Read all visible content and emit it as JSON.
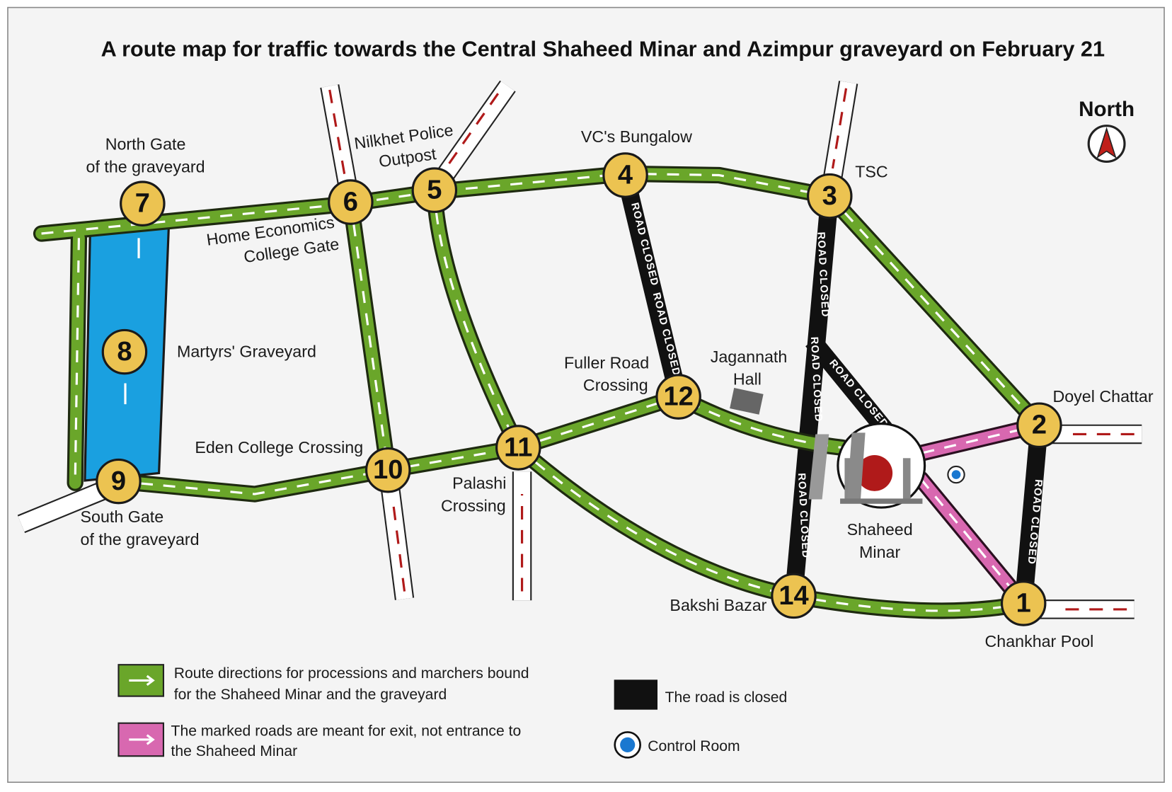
{
  "title": "A route map for traffic towards the Central Shaheed Minar and Azimpur graveyard on February 21",
  "north_label": "North",
  "nodes": [
    "1",
    "2",
    "3",
    "4",
    "5",
    "6",
    "7",
    "8",
    "9",
    "10",
    "11",
    "12",
    "14"
  ],
  "places": {
    "north_gate_1": "North Gate",
    "north_gate_2": "of the graveyard",
    "nilkhet_1": "Nilkhet Police",
    "nilkhet_2": "Outpost",
    "vc_bungalow": "VC's Bungalow",
    "tsc": "TSC",
    "home_econ_1": "Home Economics",
    "home_econ_2": "College Gate",
    "martyrs_graveyard": "Martyrs' Graveyard",
    "fuller_1": "Fuller Road",
    "fuller_2": "Crossing",
    "jagannath_1": "Jagannath",
    "jagannath_2": "Hall",
    "doyel_chattar": "Doyel Chattar",
    "eden_college": "Eden College Crossing",
    "palashi_1": "Palashi",
    "palashi_2": "Crossing",
    "south_gate_1": "South Gate",
    "south_gate_2": "of the graveyard",
    "shaheed_minar_1": "Shaheed",
    "shaheed_minar_2": "Minar",
    "bakshi_bazar": "Bakshi Bazar",
    "chankhar_pool": "Chankhar Pool"
  },
  "road_closed_label": "ROAD CLOSED",
  "legend": {
    "green_1": "Route directions for processions and marchers bound",
    "green_2": "for the Shaheed Minar and the graveyard",
    "pink_1": "The marked roads are meant for exit, not entrance to",
    "pink_2": "the Shaheed Minar",
    "closed": "The road is closed",
    "control_room": "Control Room"
  },
  "colors": {
    "procession_route": "#6aa62a",
    "exit_route": "#d868b0",
    "closed_road": "#111111",
    "graveyard": "#1aa0e0",
    "node": "#ecc351",
    "control_room": "#1a78d0"
  }
}
